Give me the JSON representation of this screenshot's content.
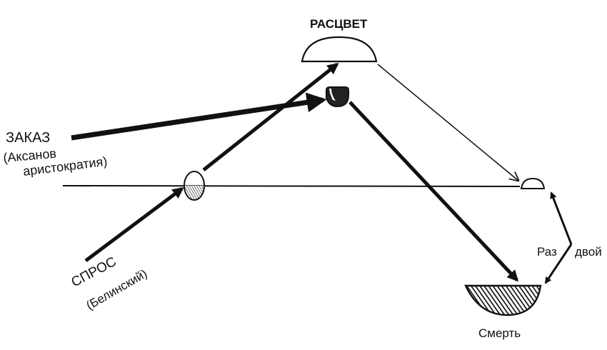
{
  "labels": {
    "bloom": "РАСЦВЕТ",
    "order": "ЗАКАЗ",
    "order_sub_1": "(Аксанов",
    "order_sub_2": "аристократия)",
    "demand": "СПРОС",
    "demand_sub": "(Белинский)",
    "split_1": "Раз",
    "split_2": "двой",
    "death": "Смерть"
  },
  "colors": {
    "ink": "#111111",
    "background": "#ffffff"
  }
}
